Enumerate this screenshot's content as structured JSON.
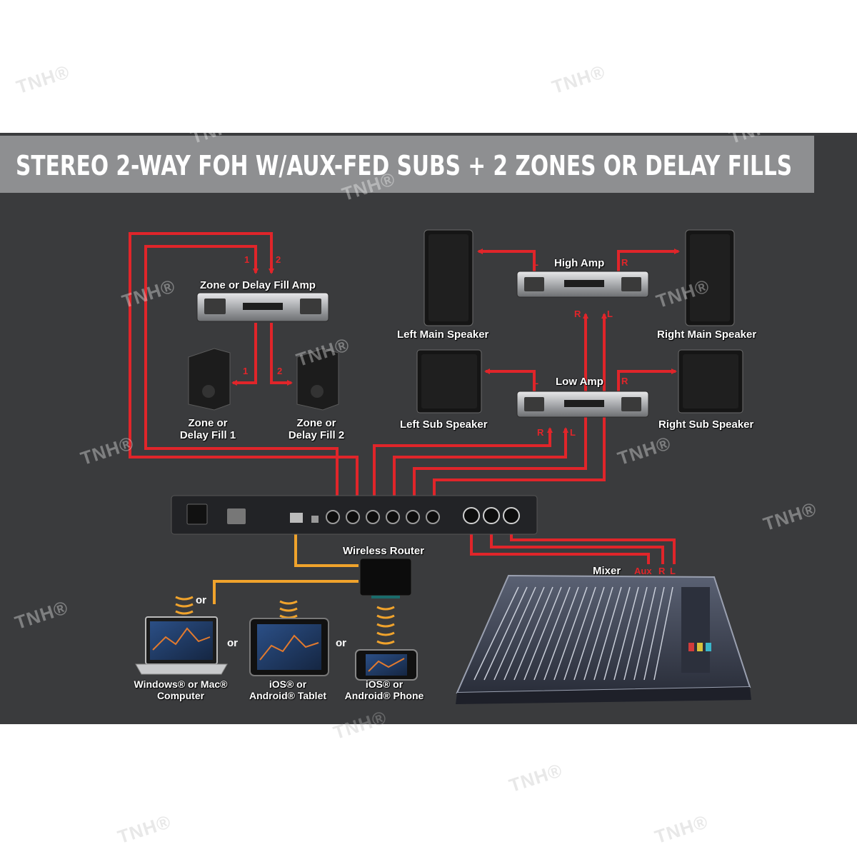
{
  "diagram": {
    "title": "STEREO 2-WAY FOH W/AUX-FED SUBS + 2 ZONES OR DELAY FILLS",
    "labels": {
      "zone_amp": "Zone or Delay Fill Amp",
      "zone_fill_1_line1": "Zone or",
      "zone_fill_1_line2": "Delay Fill 1",
      "zone_fill_2_line1": "Zone or",
      "zone_fill_2_line2": "Delay Fill 2",
      "high_amp": "High Amp",
      "low_amp": "Low Amp",
      "left_main": "Left Main Speaker",
      "right_main": "Right Main Speaker",
      "left_sub": "Left Sub Speaker",
      "right_sub": "Right Sub Speaker",
      "wireless_router": "Wireless Router",
      "mixer": "Mixer",
      "computer_line1": "Windows® or Mac®",
      "computer_line2": "Computer",
      "tablet_line1": "iOS® or",
      "tablet_line2": "Android® Tablet",
      "phone_line1": "iOS® or",
      "phone_line2": "Android® Phone",
      "or": "or"
    },
    "channel_markers": {
      "one": "1",
      "two": "2",
      "left": "L",
      "right": "R",
      "aux": "Aux"
    },
    "watermark": "TNH®",
    "colors": {
      "background": "#3a3b3d",
      "title_bar": "#8e8f91",
      "signal": "#e0252a",
      "network": "#f0a32c"
    }
  }
}
